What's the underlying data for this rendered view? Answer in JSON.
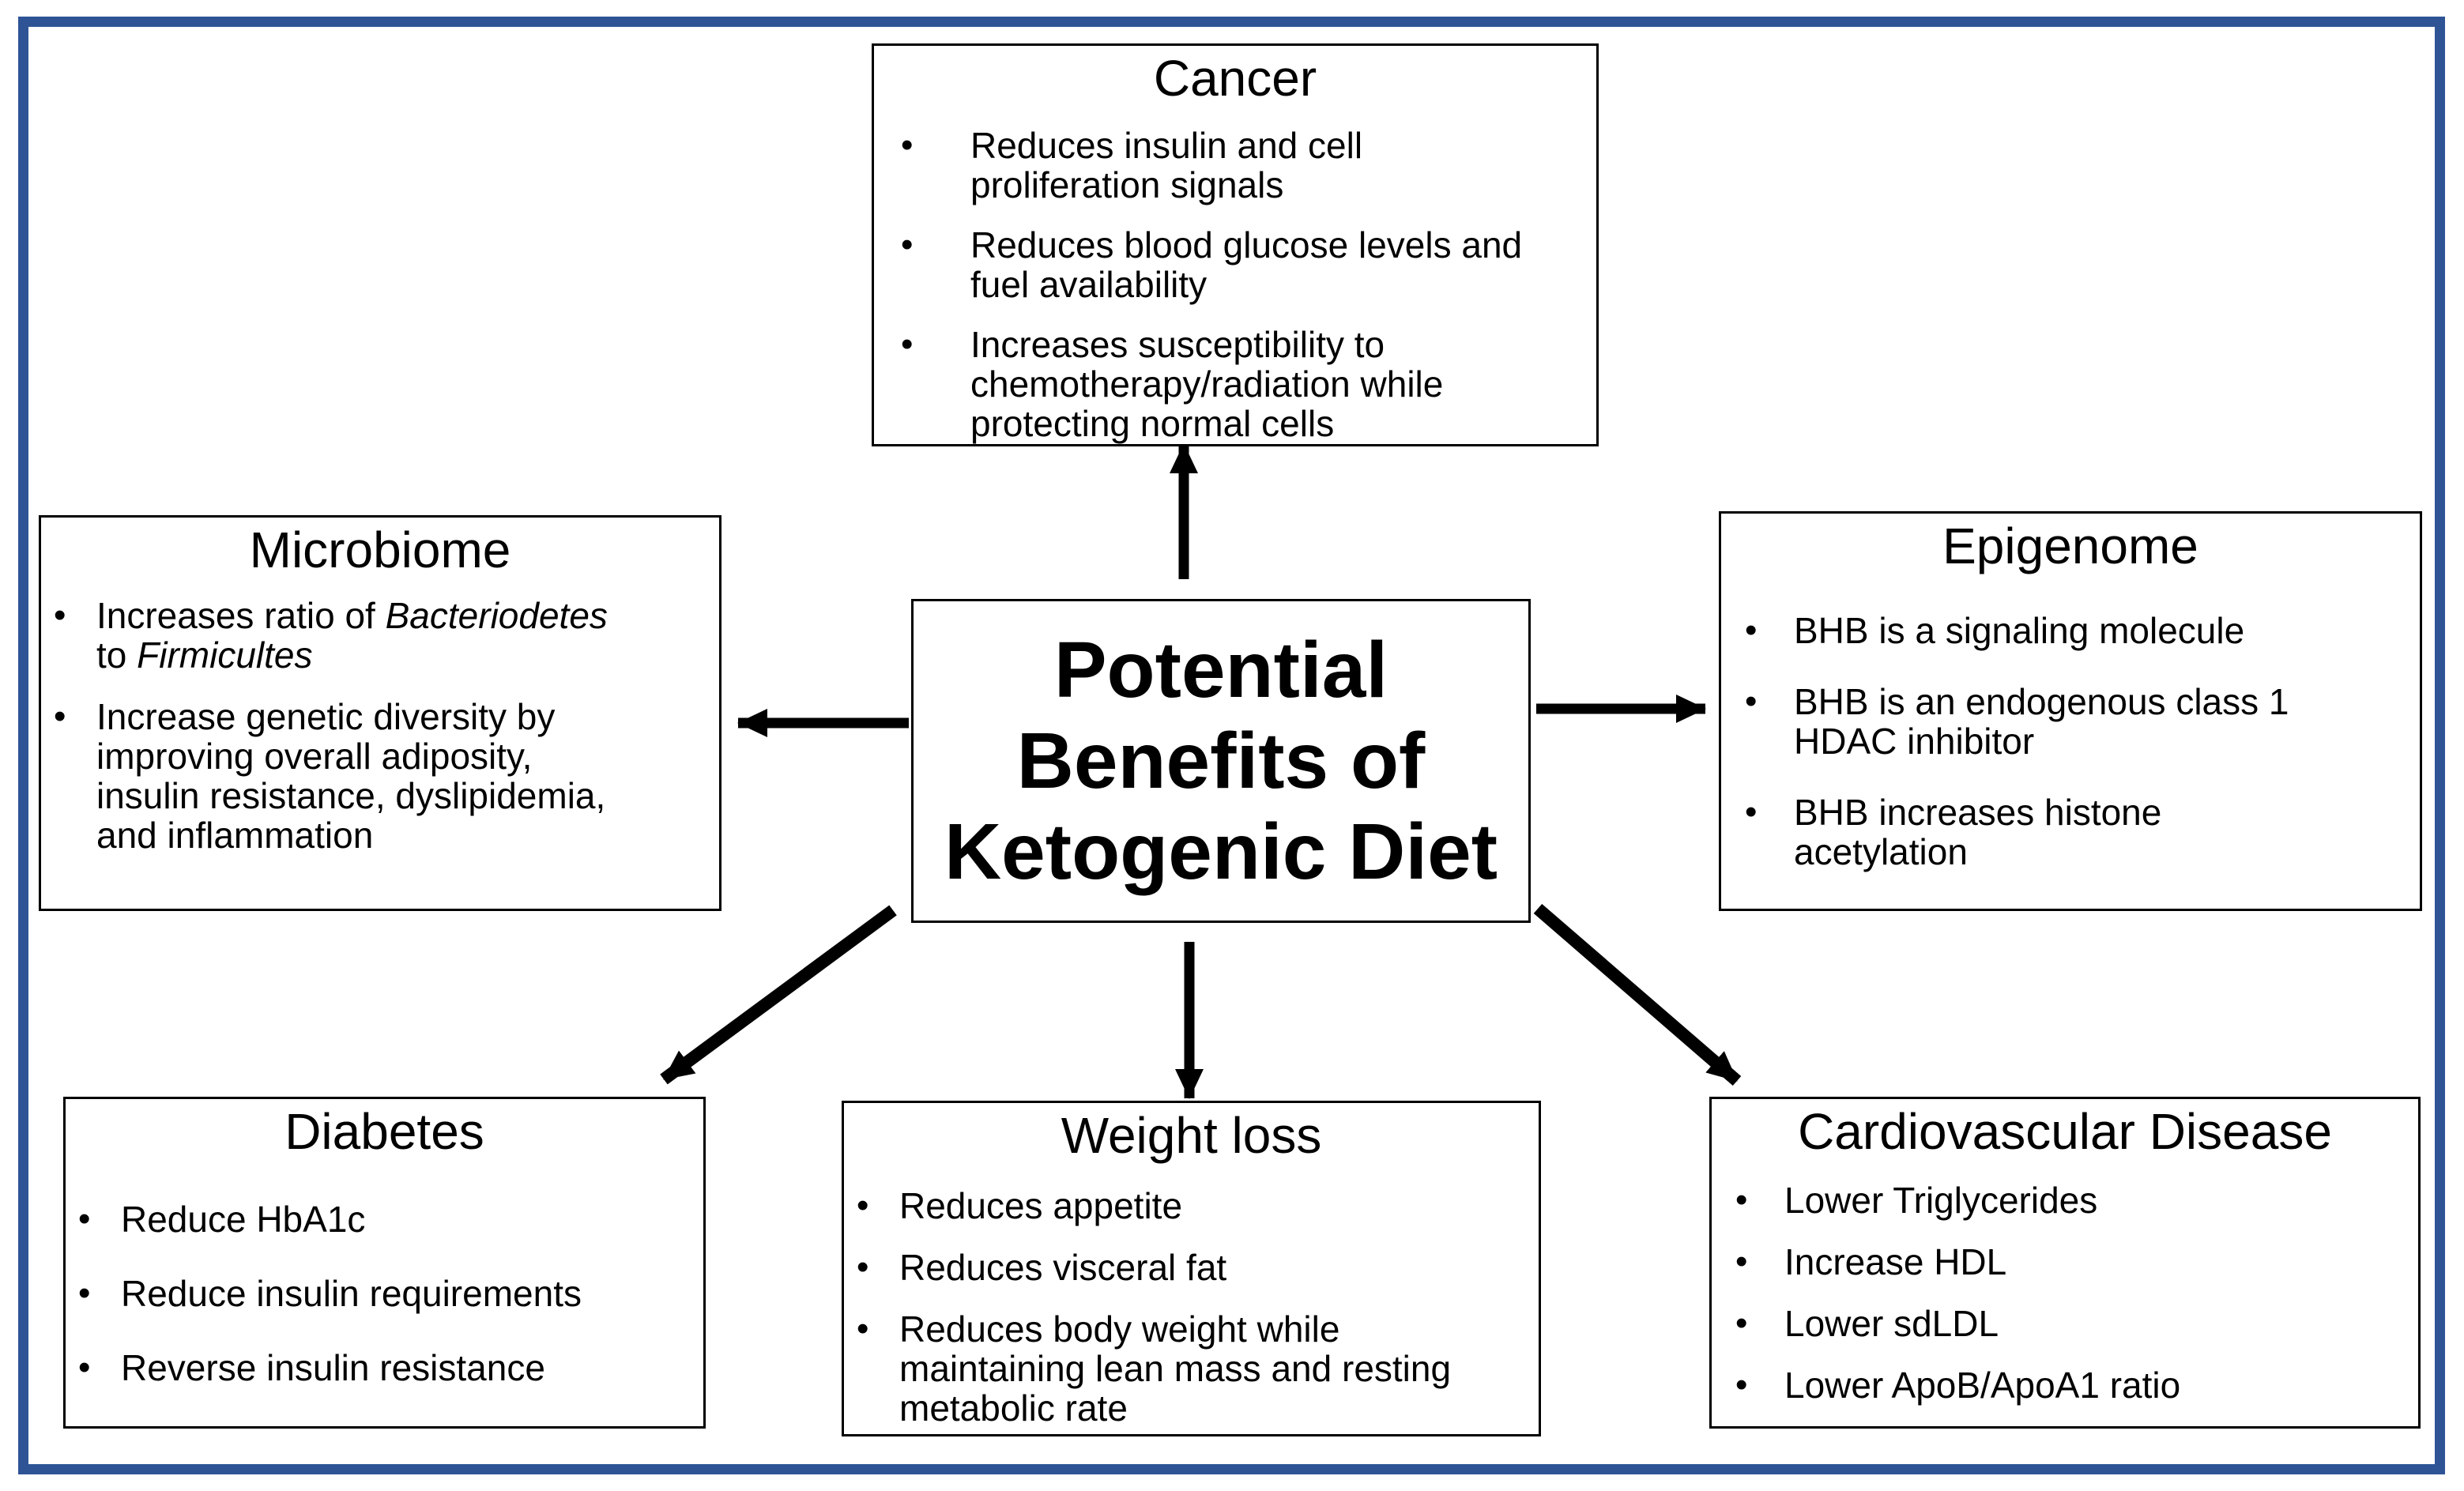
{
  "diagram": {
    "center": {
      "lines": [
        "Potential",
        "Benefits of",
        "Ketogenic Diet"
      ]
    },
    "boxes": {
      "cancer": {
        "title": "Cancer",
        "bullets": [
          "Reduces insulin and cell proliferation signals",
          "Reduces blood glucose levels and fuel availability",
          "Increases susceptibility to chemotherapy/radiation while protecting normal cells"
        ]
      },
      "microbiome": {
        "title": "Microbiome",
        "bullet1": {
          "pre": "Increases ratio of ",
          "italic1": "Bacteriodetes",
          "mid": "to ",
          "italic2": "Firmicultes"
        },
        "bullet2": "Increase genetic diversity by improving overall adiposity, insulin resistance, dyslipidemia, and inflammation"
      },
      "epigenome": {
        "title": "Epigenome",
        "bullets": [
          "BHB is a signaling molecule",
          "BHB is an endogenous class 1 HDAC inhibitor",
          "BHB increases histone acetylation"
        ]
      },
      "diabetes": {
        "title": "Diabetes",
        "bullets": [
          "Reduce HbA1c",
          "Reduce insulin requirements",
          "Reverse insulin resistance"
        ]
      },
      "weight_loss": {
        "title": "Weight loss",
        "bullets": [
          "Reduces appetite",
          "Reduces visceral fat",
          "Reduces body weight while maintaining lean mass and resting metabolic rate"
        ]
      },
      "cardiovascular": {
        "title": "Cardiovascular Disease",
        "bullets": [
          "Lower Triglycerides",
          "Increase HDL",
          "Lower sdLDL",
          "Lower ApoB/ApoA1 ratio"
        ]
      }
    },
    "colors": {
      "frame": "#2e5496",
      "box_border": "#000000",
      "text": "#000000",
      "arrow": "#000000"
    }
  }
}
